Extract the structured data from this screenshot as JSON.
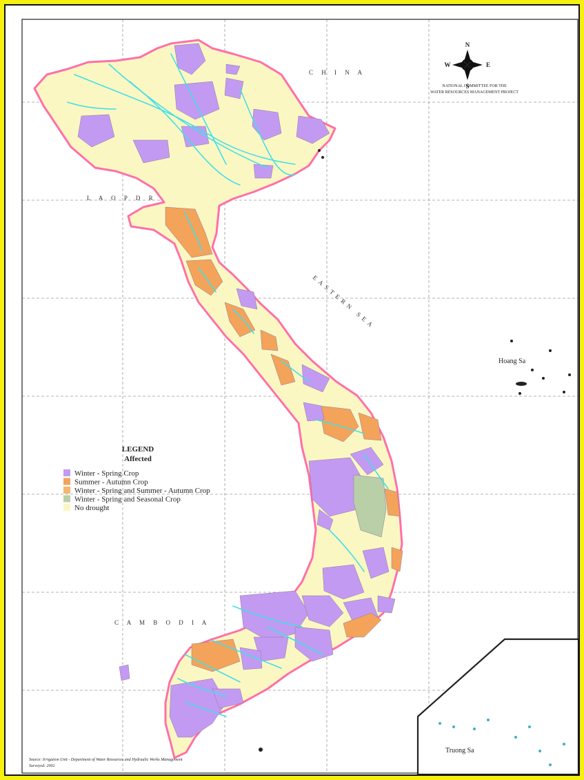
{
  "compass": {
    "north": "N",
    "south": "S",
    "east": "E",
    "west": "W"
  },
  "header": {
    "line1": "NATIONAL COMMITTEE FOR THE",
    "line2": "WATER RESOURCES MANAGEMENT PROJECT"
  },
  "labels": {
    "china": "C H I N A",
    "laos": "L A O  P D R",
    "east_sea": "EASTERN SEA",
    "cambodia": "C A M B O D I A",
    "hoang_sa": "Hoang Sa",
    "truong_sa": "Truong Sa"
  },
  "legend": {
    "title": "LEGEND",
    "subtitle": "Affected",
    "items": [
      {
        "label": "Winter - Spring Crop",
        "color": "#c39af2"
      },
      {
        "label": "Summer - Autumn Crop",
        "color": "#f4a35a"
      },
      {
        "label": "Winter - Spring  and Summer - Autumn Crop",
        "color": "#f5b66e"
      },
      {
        "label": "Winter - Spring and Seasonal Crop",
        "color": "#b8cfa8"
      },
      {
        "label": "No drought",
        "color": "#fbf7c3"
      }
    ]
  },
  "source": {
    "line1": "Source:  Irrigation Unit  -  Department of Water Resources and Hydraulic Works Management",
    "line2": "Surveyed:  2002"
  },
  "colors": {
    "outline": "#ff6fa8",
    "river": "#3fe0e8",
    "land_none": "#fbf7c3",
    "purple": "#c39af2",
    "orange": "#f4a35a"
  }
}
